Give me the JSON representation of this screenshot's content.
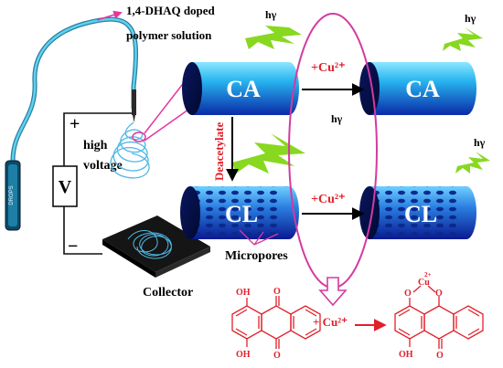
{
  "source_label": "1,4-DHAQ doped",
  "source_label_2": "polymer solution",
  "electrode_plus": "+",
  "electrode_minus": "−",
  "voltage_label_1": "high",
  "voltage_label_2": "voltage",
  "voltmeter_symbol": "V",
  "syringe_text": "DROPS",
  "collector_label": "Collector",
  "light_label": "hγ",
  "fiber_ca": "CA",
  "fiber_cl": "CL",
  "reagent_label": "+Cu²⁺",
  "deacetylate_label": "Deacetylate",
  "micropores_label": "Micropores",
  "reaction_plus_cu": "+ Cu²⁺",
  "oh_label": "OH",
  "o_label": "O",
  "cu_label": "Cu",
  "cu_charge": "2+",
  "colors": {
    "cylinder_light": "#39c4f6",
    "cylinder_dark": "#0a1aa0",
    "cable": "#33aacc",
    "reaction_red": "#e0202a",
    "ellipse": "#d43aa0",
    "burst": "#88d820",
    "pink_arrow": "#e3379f"
  }
}
